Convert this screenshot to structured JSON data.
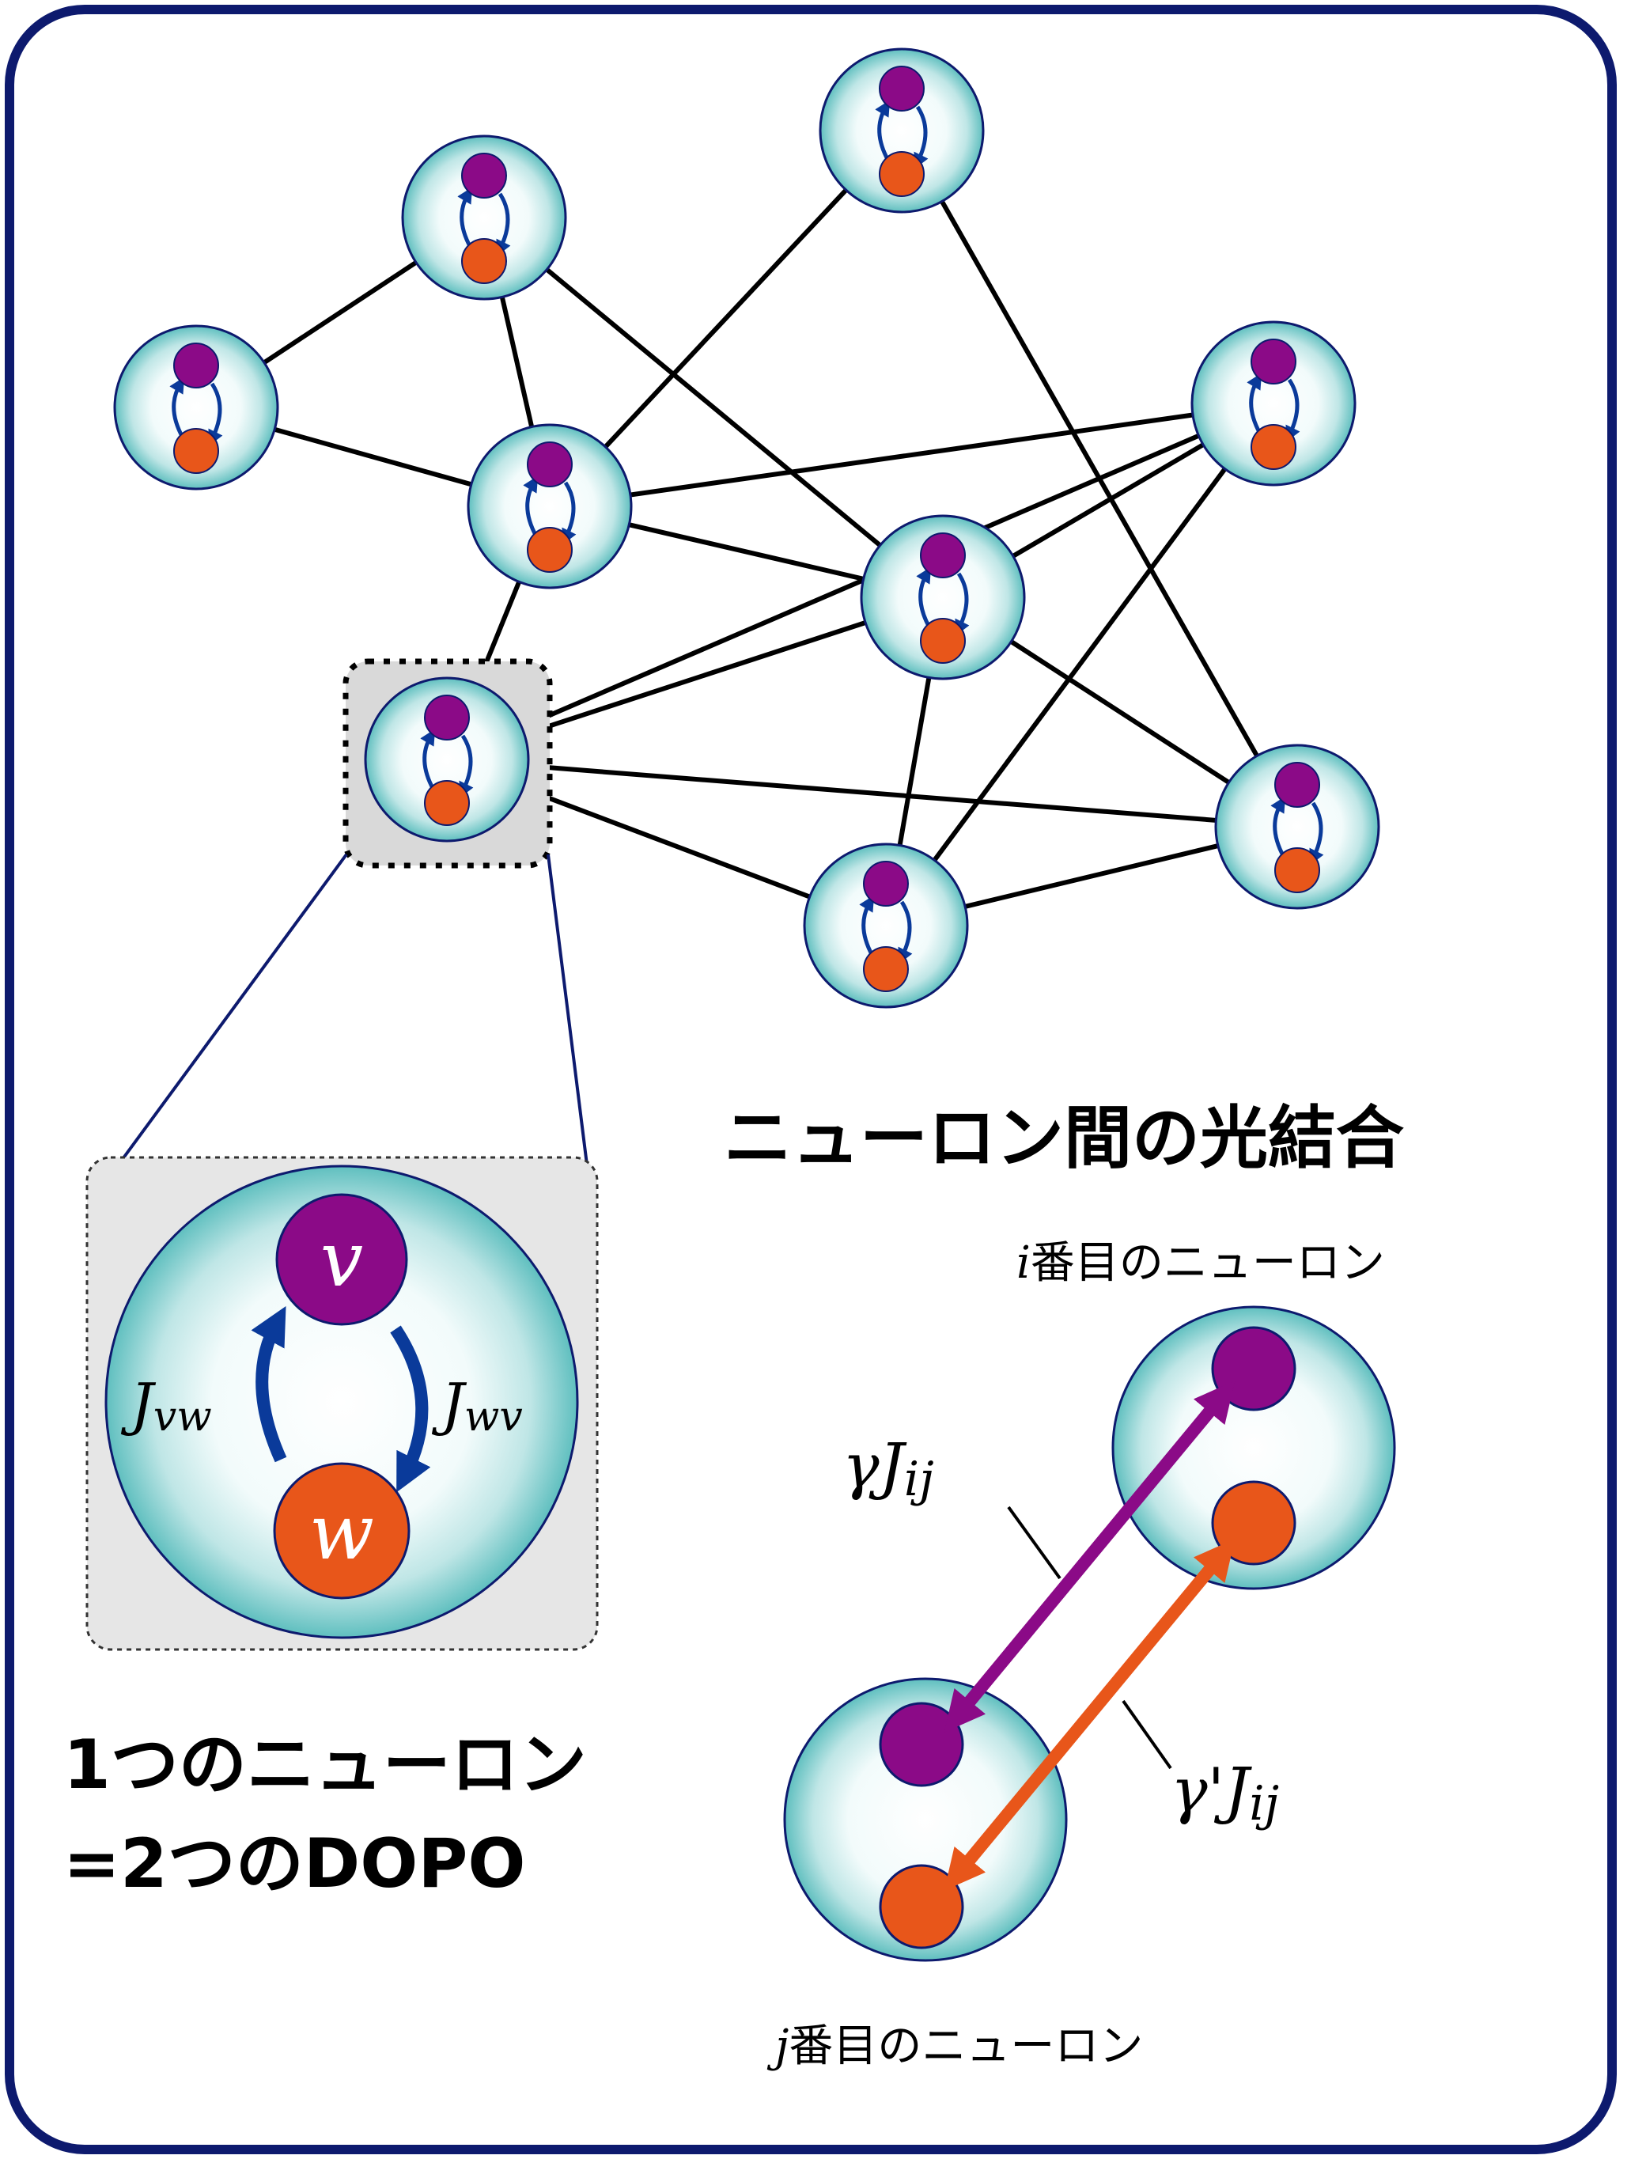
{
  "colors": {
    "frame": "#0d1a6e",
    "edge": "#000000",
    "purple": "#8b0a87",
    "orange": "#e8561a",
    "cyan": "#7fd0d0",
    "blue_arrow": "#0a3a9a",
    "inset_bg": "#e6e6e6"
  },
  "labels": {
    "coupling_title": "ニューロン間の光結合",
    "neuron_i": "番目のニューロン",
    "neuron_i_var": "i",
    "neuron_j": "番目のニューロン",
    "neuron_j_var": "j",
    "gamma": "γJ",
    "gamma_sub": "ij",
    "gamma_prime": "γ'J",
    "gamma_prime_sub": "ij",
    "one_neuron_line1": "1つのニューロン",
    "one_neuron_line2": "=2つのDOPO",
    "v": "v",
    "w": "w",
    "j_vw": "J",
    "j_vw_sub": "vw",
    "j_wv": "J",
    "j_wv_sub": "wv"
  },
  "icons": {
    "neuron": "neuron-icon",
    "dopo_v": "dopo-v-icon",
    "dopo_w": "dopo-w-icon"
  }
}
